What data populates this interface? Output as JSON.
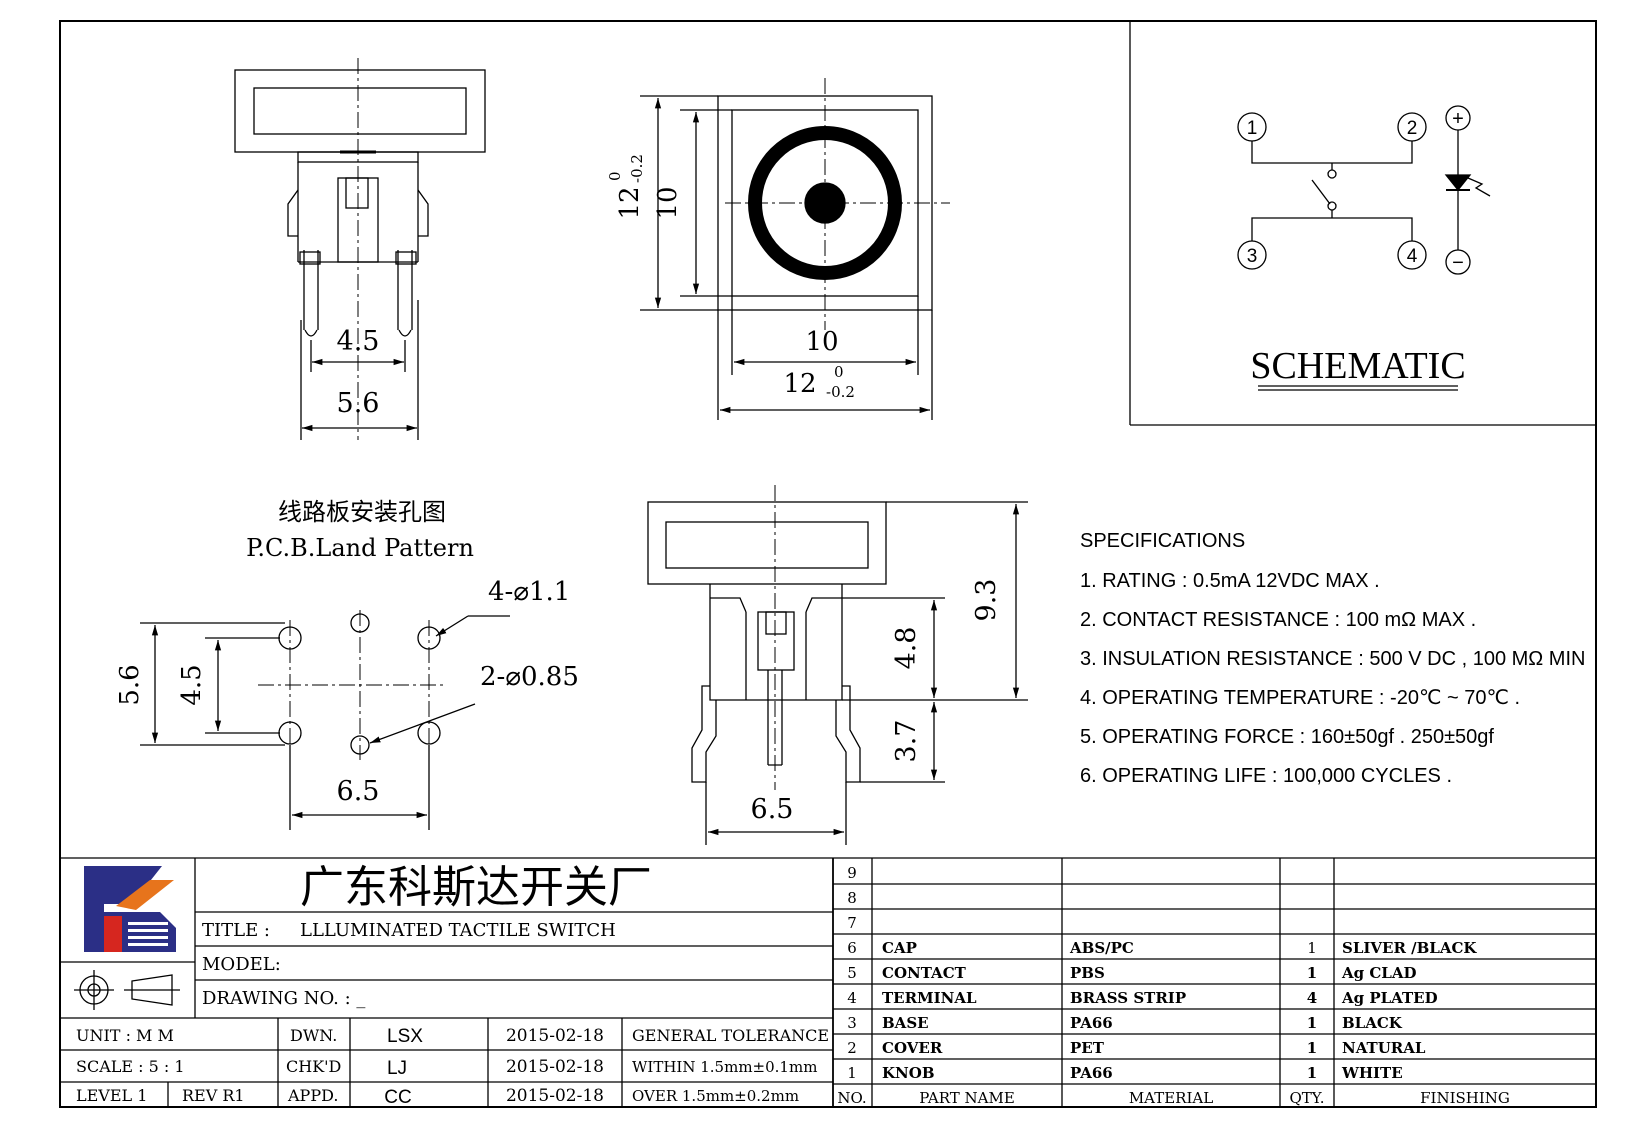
{
  "drawing": {
    "top_view": {
      "dim_inner_h": "10",
      "dim_outer_h": "12",
      "tol_upper": "0",
      "tol_lower": "-0.2",
      "dim_inner_w": "10",
      "dim_outer_w": "12"
    },
    "side_view": {
      "dim_pins_inner": "4.5",
      "dim_pins_outer": "5.6"
    },
    "pcb": {
      "title_cn": "线路板安装孔图",
      "title_en": "P.C.B.Land Pattern",
      "hole_large": "4-⌀1.1",
      "hole_small": "2-⌀0.85",
      "dim_h_outer": "5.6",
      "dim_h_inner": "4.5",
      "dim_w": "6.5"
    },
    "front_view": {
      "dim_total": "9.3",
      "dim_body": "4.8",
      "dim_pin": "3.7",
      "dim_width": "6.5"
    }
  },
  "schematic": {
    "title": "SCHEMATIC",
    "terminals": [
      "1",
      "2",
      "3",
      "4"
    ],
    "plus": "+",
    "minus": "−"
  },
  "specifications": {
    "heading": "SPECIFICATIONS",
    "items": [
      "1. RATING : 0.5mA 12VDC MAX .",
      "2. CONTACT RESISTANCE : 100 mΩ MAX .",
      "3. INSULATION RESISTANCE : 500 V DC , 100 MΩ MIN",
      "4. OPERATING TEMPERATURE : -20℃ ~ 70℃ .",
      "5. OPERATING FORCE : 160±50gf . 250±50gf",
      "6. OPERATING LIFE : 100,000 CYCLES ."
    ]
  },
  "title_block": {
    "company": "广东科斯达开关厂",
    "title_label": "TITLE :",
    "title_value": "LLLUMINATED TACTILE SWITCH",
    "model_label": "MODEL:",
    "drawing_no_label": "DRAWING NO. : _",
    "rows": [
      {
        "c1": "UNIT   :   M M",
        "c2": "DWN.",
        "c3": "LSX",
        "c4": "2015-02-18",
        "c5": "GENERAL TOLERANCE"
      },
      {
        "c1": "SCALE  :  5 : 1",
        "c2": "CHK'D",
        "c3": "LJ",
        "c4": "2015-02-18",
        "c5": "WITHIN 1.5mm±0.1mm"
      },
      {
        "c1a": "LEVEL 1",
        "c1b": "REV  R1",
        "c2": "APPD.",
        "c3": "CC",
        "c4": "2015-02-18",
        "c5": "OVER   1.5mm±0.2mm"
      }
    ]
  },
  "bom": {
    "header": {
      "no": "NO.",
      "part": "PART  NAME",
      "material": "MATERIAL",
      "qty": "QTY.",
      "finishing": "FINISHING"
    },
    "rows": [
      {
        "no": "9",
        "part": "",
        "material": "",
        "qty": "",
        "finishing": ""
      },
      {
        "no": "8",
        "part": "",
        "material": "",
        "qty": "",
        "finishing": ""
      },
      {
        "no": "7",
        "part": "",
        "material": "",
        "qty": "",
        "finishing": ""
      },
      {
        "no": "6",
        "part": "CAP",
        "material": "ABS/PC",
        "qty": "1",
        "finishing": "SLIVER /BLACK"
      },
      {
        "no": "5",
        "part": "CONTACT",
        "material": "PBS",
        "qty": "1",
        "finishing": "Ag CLAD"
      },
      {
        "no": "4",
        "part": "TERMINAL",
        "material": "BRASS STRIP",
        "qty": "4",
        "finishing": "Ag PLATED"
      },
      {
        "no": "3",
        "part": "BASE",
        "material": "PA66",
        "qty": "1",
        "finishing": "BLACK"
      },
      {
        "no": "2",
        "part": "COVER",
        "material": "PET",
        "qty": "1",
        "finishing": "NATURAL"
      },
      {
        "no": "1",
        "part": "KNOB",
        "material": "PA66",
        "qty": "1",
        "finishing": "WHITE"
      }
    ]
  },
  "colors": {
    "logo_blue": "#2b2f86",
    "logo_orange": "#e7741c",
    "logo_red": "#d6261f"
  }
}
